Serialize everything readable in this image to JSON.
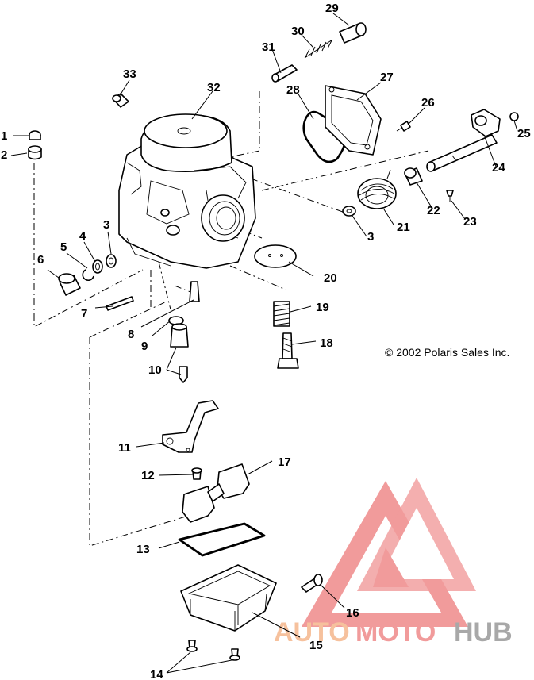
{
  "copyright": "© 2002 Polaris Sales Inc.",
  "watermark": {
    "text_part1": "AUTO",
    "text_part2": "MOTO",
    "text_part3": "HUB",
    "color_orange": "#f5b78c",
    "color_red": "#ef8a8a",
    "color_gray": "#9a9a9a"
  },
  "callouts": {
    "c1": "1",
    "c2": "2",
    "c3a": "3",
    "c3b": "3",
    "c4": "4",
    "c5": "5",
    "c6": "6",
    "c7": "7",
    "c8": "8",
    "c9": "9",
    "c10": "10",
    "c11": "11",
    "c12": "12",
    "c13": "13",
    "c14": "14",
    "c15": "15",
    "c16": "16",
    "c17": "17",
    "c18": "18",
    "c19": "19",
    "c20": "20",
    "c21": "21",
    "c22": "22",
    "c23": "23",
    "c24": "24",
    "c25": "25",
    "c26": "26",
    "c27": "27",
    "c28": "28",
    "c29": "29",
    "c30": "30",
    "c31": "31",
    "c32": "32",
    "c33": "33"
  }
}
